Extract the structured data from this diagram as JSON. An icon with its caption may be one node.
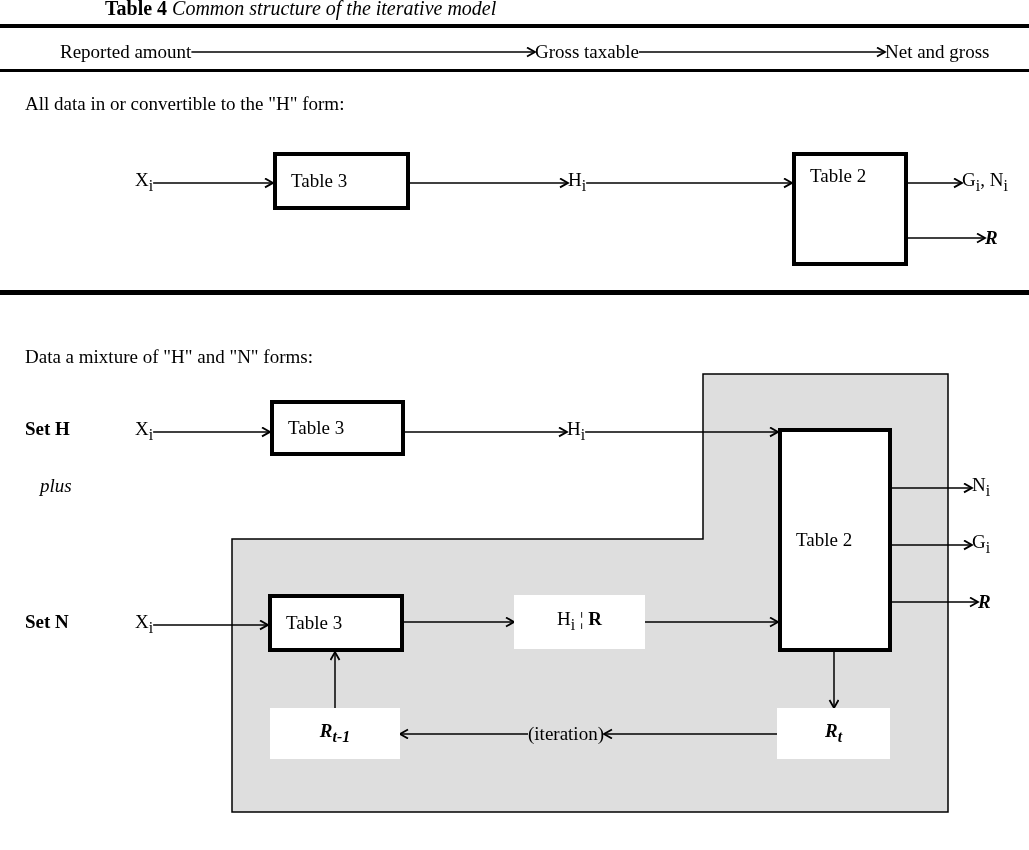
{
  "diagram": {
    "title": "**Table 4** *Common structure of the iterative model*",
    "nodes": [
      {
        "text": [
          "Reported amount"
        ]
      },
      {
        "text": [
          "Gross taxable"
        ]
      },
      {
        "text": [
          "Net and gross"
        ]
      },
      {
        "text": [
          "X$_{i}$"
        ]
      },
      {
        "text": [
          "Table 3"
        ]
      },
      {
        "text": [
          "H$_{i}$"
        ]
      },
      {
        "text": [
          "Table 2"
        ]
      },
      {
        "text": [
          "G$_{i}$, N$_{i}$"
        ]
      },
      {
        "text": [
          "R"
        ]
      },
      {
        "text": [
          "X$_{i}$"
        ]
      },
      {
        "text": [
          "Table 3"
        ]
      },
      {
        "text": [
          "H$_{i}$"
        ]
      },
      {
        "text": [
          "Table 2"
        ]
      },
      {
        "text": [
          "N$_{i}$"
        ]
      },
      {
        "text": [
          "G$_{i}$"
        ]
      },
      {
        "text": [
          "R"
        ]
      },
      {
        "text": [
          "X$_{i}$"
        ]
      },
      {
        "text": [
          "Table 3"
        ]
      },
      {
        "text": [
          "H$_{i}$ ¦ **R**"
        ]
      },
      {
        "text": [
          "R$_{t}$"
        ]
      },
      {
        "text": [
          "(iteration)"
        ]
      },
      {
        "text": [
          "R$_{t-1}$"
        ]
      }
    ],
    "edges": [
      {
        "from": 0,
        "to": 1,
        "arrow": "to"
      },
      {
        "from": 1,
        "to": 2,
        "arrow": "to"
      },
      {
        "from": 3,
        "to": 4,
        "arrow": "to"
      },
      {
        "from": 4,
        "to": 5,
        "arrow": "to"
      },
      {
        "from": 5,
        "to": 6,
        "arrow": "to"
      },
      {
        "from": 6,
        "to": 7,
        "arrow": "to"
      },
      {
        "from": 6,
        "to": 8,
        "arrow": "to"
      },
      {
        "from": 9,
        "to": 10,
        "arrow": "to"
      },
      {
        "from": 10,
        "to": 11,
        "arrow": "to"
      },
      {
        "from": 11,
        "to": 12,
        "arrow": "to"
      },
      {
        "from": 12,
        "to": 13,
        "arrow": "to"
      },
      {
        "from": 12,
        "to": 14,
        "arrow": "to"
      },
      {
        "from": 12,
        "to": 15,
        "arrow": "to"
      },
      {
        "from": 16,
        "to": 17,
        "arrow": "to"
      },
      {
        "from": 17,
        "to": 18,
        "arrow": "to"
      },
      {
        "from": 18,
        "to": 12,
        "arrow": "to"
      },
      {
        "from": 12,
        "to": 19,
        "arrow": "to"
      },
      {
        "from": 19,
        "to": 20,
        "arrow": "to"
      },
      {
        "from": 20,
        "to": 21,
        "arrow": "to"
      },
      {
        "from": 21,
        "to": 17,
        "arrow": "to"
      }
    ],
    "labels": [
      "All data in or convertible to the \"H\" form:",
      "Data a mixture of \"H\" and \"N\" forms:",
      "Set H",
      "plus",
      "Set N"
    ]
  }
}
